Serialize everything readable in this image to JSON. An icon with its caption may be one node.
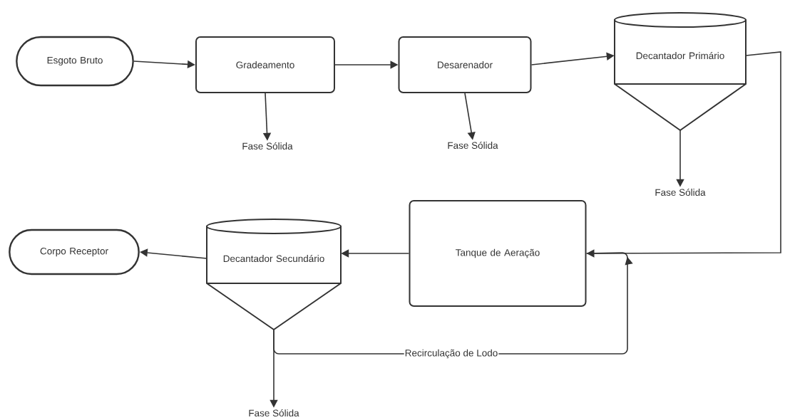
{
  "diagram": {
    "nodes": [
      {
        "text": [
          "Esgoto Bruto"
        ]
      },
      {
        "text": [
          "Gradeamento"
        ]
      },
      {
        "text": [
          "Desarenador"
        ]
      },
      {
        "text": [
          "Decantador Primário"
        ]
      },
      {
        "text": [
          "Fase Sólida"
        ]
      },
      {
        "text": [
          "Fase Sólida"
        ]
      },
      {
        "text": [
          "Fase Sólida"
        ]
      },
      {
        "text": [
          "Corpo Receptor"
        ]
      },
      {
        "text": [
          "Decantador Secundário"
        ]
      },
      {
        "text": [
          "Tanque de Aeração"
        ]
      },
      {
        "text": [
          "Fase Sólida"
        ]
      }
    ],
    "edges": [
      {
        "from": 0,
        "to": 1,
        "arrow": "to"
      },
      {
        "from": 1,
        "to": 2,
        "arrow": "to"
      },
      {
        "from": 2,
        "to": 3,
        "arrow": "to"
      },
      {
        "from": 1,
        "to": 4,
        "arrow": "to"
      },
      {
        "from": 2,
        "to": 5,
        "arrow": "to"
      },
      {
        "from": 3,
        "to": 6,
        "arrow": "to"
      },
      {
        "from": 3,
        "to": 9,
        "arrow": "to"
      },
      {
        "from": 9,
        "to": 8,
        "arrow": "to"
      },
      {
        "from": 8,
        "to": 7,
        "arrow": "to"
      },
      {
        "from": 8,
        "to": 10,
        "arrow": "to"
      },
      {
        "from": 8,
        "to": 9,
        "arrow": "to",
        "label": "Recirculação de Lodo"
      }
    ]
  }
}
